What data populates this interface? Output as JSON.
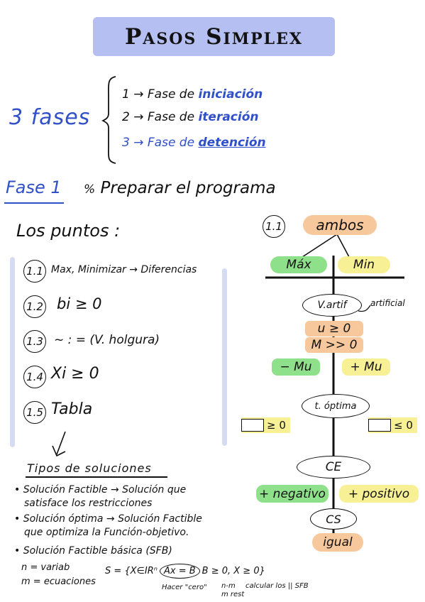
{
  "title": "Pasos Simplex",
  "fases": {
    "label": "3 fases",
    "items": [
      {
        "num": "1",
        "text": "Fase de ",
        "highlight": "iniciación"
      },
      {
        "num": "2",
        "text": "Fase de ",
        "highlight": "iteración"
      },
      {
        "num": "3",
        "text": "Fase de ",
        "highlight": "detención"
      }
    ]
  },
  "fase1": {
    "heading": "Fase 1",
    "sep": "%",
    "subtitle": "Preparar el programa"
  },
  "puntos": {
    "title": "Los puntos :",
    "items": [
      {
        "num": "1.1",
        "text": "Max, Minimizar → Diferencias"
      },
      {
        "num": "1.2",
        "text": "bi ≥ 0"
      },
      {
        "num": "1.3",
        "text": "~ : = (V. holgura)"
      },
      {
        "num": "1.4",
        "text": "Xi ≥ 0"
      },
      {
        "num": "1.5",
        "text": "Tabla"
      }
    ]
  },
  "soluciones": {
    "title": "Tipos de soluciones",
    "items": [
      {
        "line1": "Solución Factible → Solución que",
        "line2": "satisface los restricciones"
      },
      {
        "line1": "Solución óptima → Solución Factible",
        "line2": "que optimiza la Función-objetivo."
      },
      {
        "line1": "Solución Factible básica (SFB)",
        "line2": ""
      }
    ],
    "n_def": "n = variab",
    "m_def": "m = ecuaciones",
    "formula": "S = {X∈IRⁿ",
    "formula_circle": "Ax = B",
    "formula_rest": "B ≥ 0, X ≥ 0}",
    "note_hacer": "Hacer \"cero\"",
    "note_nm": "n-m",
    "note_calcular": "calcular los || SFB",
    "note_mrest": "m rest"
  },
  "diagram": {
    "step": "1.1",
    "ambos": "ambos",
    "max": "Máx",
    "min": "Min",
    "vartif": "V.artif",
    "artificial": "artificial",
    "u_ge": "u ≥ 0",
    "m_gg": "M >> 0",
    "neg_mu": "− Mu",
    "pos_mu": "+ Mu",
    "toptima": "t. óptima",
    "ge0": "≥ 0",
    "le0": "≤ 0",
    "ce": "CE",
    "negativo": "+ negativo",
    "positivo": "+ positivo",
    "cs": "CS",
    "igual": "igual"
  }
}
